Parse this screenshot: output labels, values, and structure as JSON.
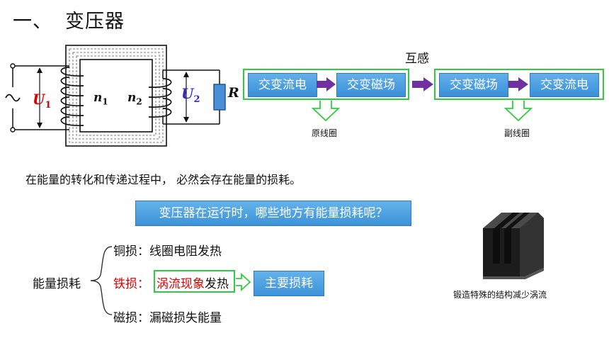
{
  "section": {
    "number": "一、",
    "title": "变压器"
  },
  "circuit": {
    "u1_letter": "U",
    "u1_sub": "1",
    "u2_letter": "U",
    "u2_sub": "2",
    "n1_letter": "n",
    "n1_sub": "1",
    "n2_letter": "n",
    "n2_sub": "2",
    "resistor_label": "R",
    "source_symbol": "~"
  },
  "flow": {
    "mutual_label": "互感",
    "primary": {
      "box1": "交变流电",
      "box2": "交变磁场",
      "label": "原线圈"
    },
    "secondary": {
      "box1": "交变磁场",
      "box2": "交变流电",
      "label": "副线圈"
    }
  },
  "intro_text": "在能量的转化和传递过程中，  必然会存在能量的损耗。",
  "question": "变压器在运行时，哪些地方有能量损耗呢？",
  "losses": {
    "heading": "能量损耗",
    "copper": {
      "name": "铜损：",
      "desc": "线圈电阻发热"
    },
    "iron": {
      "name": "铁损：",
      "highlight": "涡流现象",
      "desc": "发热"
    },
    "magnetic": {
      "name": "磁损：",
      "desc": "漏磁损失能量"
    },
    "main": "主要损耗"
  },
  "core_caption": "锻造特殊的结构减少涡流",
  "colors": {
    "accent_blue": "#3a8fd7",
    "frame_green": "#2ecc40",
    "arrow_purple": "#7030a0",
    "iron_red": "#e00000",
    "u2_blue": "#2f2fbf",
    "u1_red": "#e00000"
  }
}
